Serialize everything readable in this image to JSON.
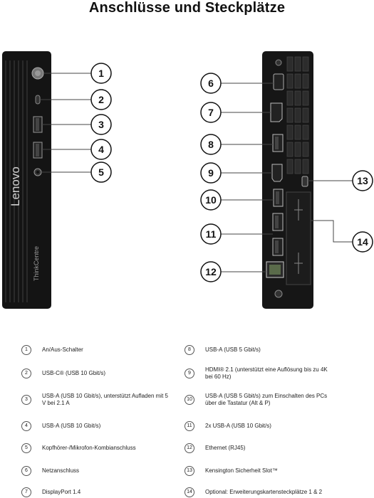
{
  "title": "Anschlüsse und Steckplätze",
  "brand": {
    "logo_text": "Lenovo",
    "model_text": "ThinkCentre"
  },
  "callouts": [
    "1",
    "2",
    "3",
    "4",
    "5",
    "6",
    "7",
    "8",
    "9",
    "10",
    "11",
    "12",
    "13",
    "14"
  ],
  "legend": [
    {
      "num": "1",
      "text": "An/Aus-Schalter"
    },
    {
      "num": "2",
      "text": "USB-C® (USB 10 Gbit/s)"
    },
    {
      "num": "3",
      "text": "USB-A (USB 10 Gbit/s), unterstützt Aufladen mit 5 V bei 2.1 A"
    },
    {
      "num": "4",
      "text": "USB-A (USB 10 Gbit/s)"
    },
    {
      "num": "5",
      "text": "Kopfhörer-/Mikrofon-Kombianschluss"
    },
    {
      "num": "6",
      "text": "Netzanschluss"
    },
    {
      "num": "7",
      "text": "DisplayPort 1.4"
    },
    {
      "num": "8",
      "text": "USB-A (USB 5 Gbit/s)"
    },
    {
      "num": "9",
      "text": "HDMI® 2.1 (unterstützt eine Auflösung bis zu 4K bei 60 Hz)"
    },
    {
      "num": "10",
      "text": "USB-A (USB 5 Gbit/s) zum Einschalten des PCs über die Tastatur (Alt & P)"
    },
    {
      "num": "11",
      "text": "2x USB-A (USB 10 Gbit/s)"
    },
    {
      "num": "12",
      "text": "Ethernet (RJ45)"
    },
    {
      "num": "13",
      "text": "Kensington Sicherheit Slot™"
    },
    {
      "num": "14",
      "text": "Optional: Erweiterungskartensteckplätze 1 & 2"
    }
  ]
}
